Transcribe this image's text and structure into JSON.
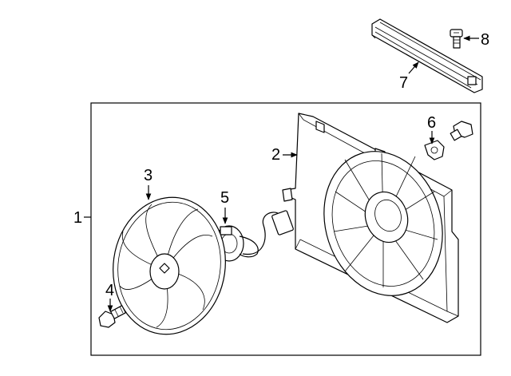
{
  "diagram": {
    "callouts": {
      "c1": "1",
      "c2": "2",
      "c3": "3",
      "c4": "4",
      "c5": "5",
      "c6": "6",
      "c7": "7",
      "c8": "8"
    },
    "parts": [
      "assembly-frame",
      "fan-shroud",
      "fan-blade",
      "bolt",
      "fan-motor",
      "clip",
      "bracket-strip",
      "screw"
    ]
  }
}
